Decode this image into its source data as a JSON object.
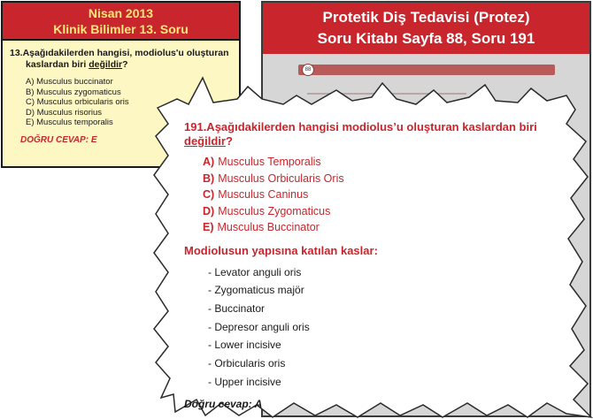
{
  "exam": {
    "title_line1": "Nisan 2013",
    "title_line2": "Klinik Bilimler 13. Soru",
    "question_pre": "13.Aşağıdakilerden hangisi, modiolus'u oluşturan",
    "question_cont": "kaslardan biri ",
    "question_emph": "değildir",
    "question_end": "?",
    "options": [
      "A) Musculus buccinator",
      "B) Musculus zygomaticus",
      "C) Musculus orbicularis oris",
      "D) Musculus risorius",
      "E) Musculus temporalis"
    ],
    "answer": "DOĞRU CEVAP: E"
  },
  "book": {
    "title_line1": "Protetik Diş Tedavisi (Protez)",
    "title_line2": "Soru Kitabı Sayfa 88, Soru 191",
    "page_number": "88",
    "question_main": "191.Aşağıdakilerden hangisi modiolus’u oluşturan kaslardan biri ",
    "question_emph": "değildir",
    "question_end": "?",
    "options": [
      {
        "letter": "A)",
        "text": "Musculus Temporalis"
      },
      {
        "letter": "B)",
        "text": "Musculus Orbicularis Oris"
      },
      {
        "letter": "C)",
        "text": "Musculus Caninus"
      },
      {
        "letter": "D)",
        "text": "Musculus Zygomaticus"
      },
      {
        "letter": "E)",
        "text": "Musculus Buccinator"
      }
    ],
    "sub_heading": "Modiolusun yapısına katılan kaslar:",
    "muscles": [
      "- Levator anguli oris",
      "- Zygomaticus majör",
      "- Buccinator",
      "- Depresor anguli oris",
      "- Lower incisive",
      "- Orbicularis oris",
      "- Upper incisive"
    ],
    "answer": "Doğru cevap:  A"
  },
  "colors": {
    "accent_red": "#c8262c",
    "exam_bg": "#fdf7c3",
    "exam_title": "#fde97a"
  }
}
